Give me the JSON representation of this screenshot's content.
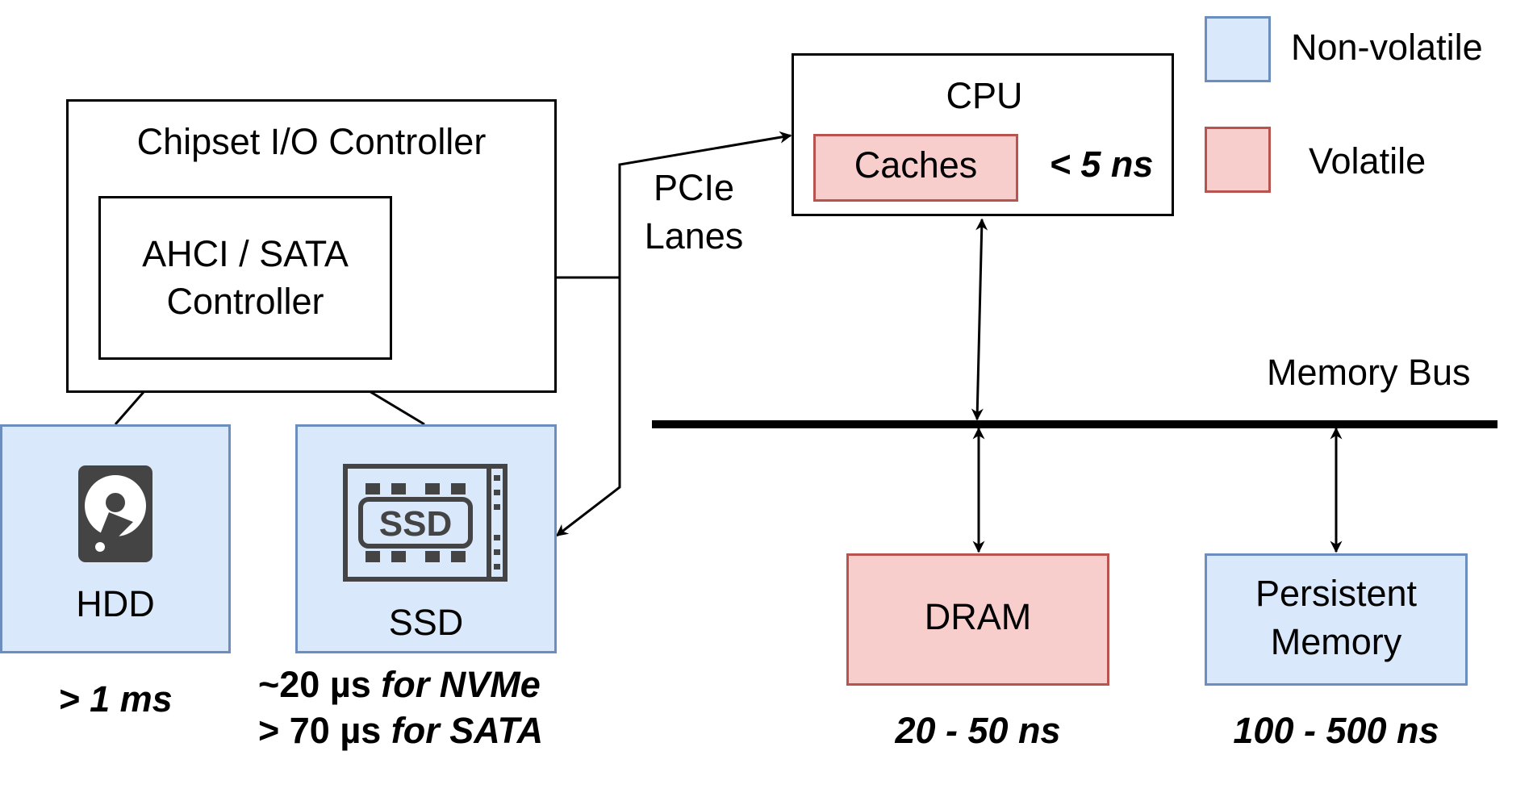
{
  "legend": {
    "non_volatile": "Non-volatile",
    "volatile": "Volatile",
    "colors": {
      "non_volatile_fill": "#dae8fc",
      "non_volatile_border": "#6c8ebf",
      "volatile_fill": "#f8cecc",
      "volatile_border": "#b85450"
    }
  },
  "chipset": {
    "title": "Chipset I/O Controller",
    "controller_line1": "AHCI / SATA",
    "controller_line2": "Controller"
  },
  "cpu": {
    "title": "CPU",
    "caches": "Caches",
    "cache_latency": "< 5 ns"
  },
  "pcie": {
    "line1": "PCIe",
    "line2": "Lanes"
  },
  "memory_bus": {
    "label": "Memory Bus"
  },
  "devices": {
    "hdd": {
      "label": "HDD",
      "latency": "> 1 ms",
      "icon": "hard-disk-icon"
    },
    "ssd": {
      "label": "SSD",
      "icon": "ssd-chip-icon",
      "icon_text": "SSD",
      "latency_nvme_value": "~20 µs",
      "latency_nvme_suffix": " for NVMe",
      "latency_sata_value": "> 70 µs",
      "latency_sata_suffix": " for SATA"
    },
    "dram": {
      "label": "DRAM",
      "latency": "20 - 50 ns"
    },
    "pmem": {
      "line1": "Persistent",
      "line2": "Memory",
      "latency": "100 - 500 ns"
    }
  }
}
